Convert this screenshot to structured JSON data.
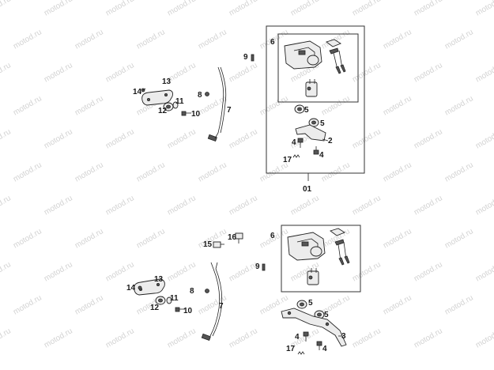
{
  "watermark": {
    "text": "motod.ru"
  },
  "labels": {
    "n6": "6",
    "n9": "9",
    "n14": "14",
    "n13": "13",
    "n8": "8",
    "n7": "7",
    "n12": "12",
    "n11": "11",
    "n10": "10",
    "n5": "5",
    "n4": "4",
    "n2": "2",
    "n17": "17",
    "n01": "01",
    "n15": "15",
    "n16": "16",
    "n3": "3"
  }
}
